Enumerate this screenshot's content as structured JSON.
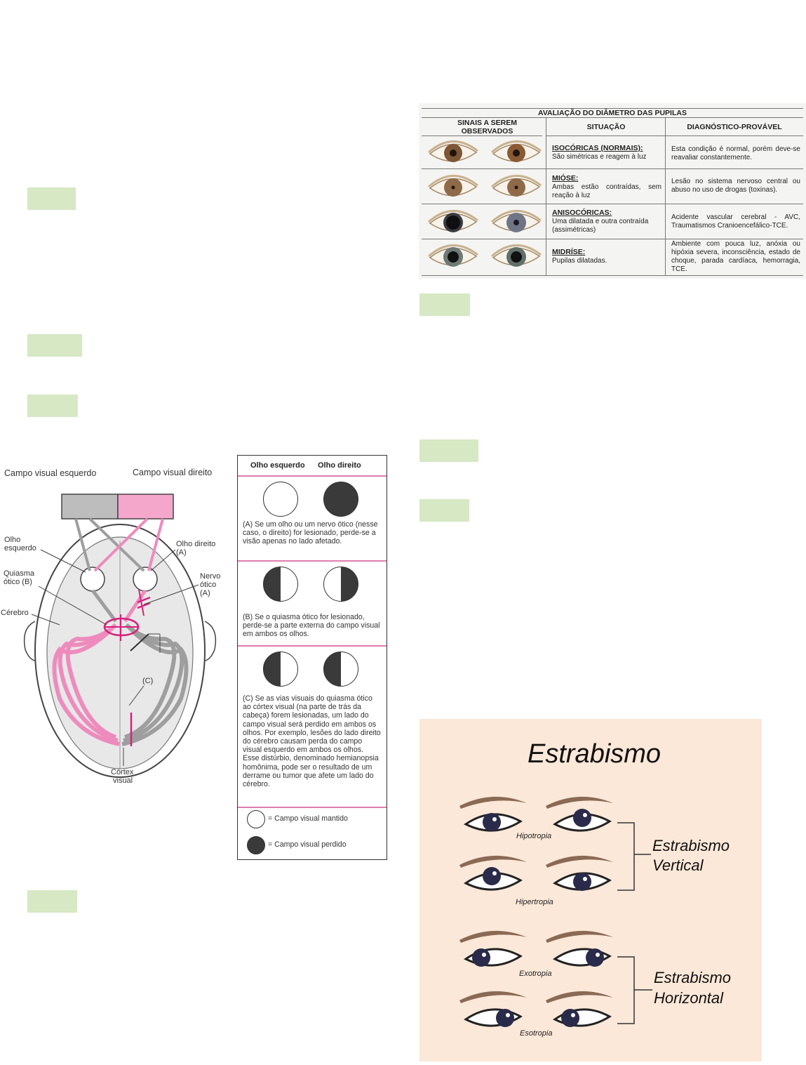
{
  "pupil_table": {
    "title": "AVALIAÇÃO DO DIÂMETRO DAS PUPILAS",
    "col_signs": "SINAIS A SEREM OBSERVADOS",
    "col_situation": "SITUAÇÃO",
    "col_diagnosis": "DIAGNÓSTICO-PROVÁVEL",
    "rows": [
      {
        "name": "ISOCÓRICAS (NORMAIS):",
        "desc": "São simétricas e reagem à luz",
        "dx": "Esta condição é normal, porém deve-se reavaliar constantemente."
      },
      {
        "name": "MIÓSE:",
        "desc": "Ambas estão contraídas, sem reação à luz",
        "dx": "Lesão no sistema nervoso central ou abuso no uso de drogas (toxinas)."
      },
      {
        "name": "ANISOCÓRICAS:",
        "desc": "Uma dilatada e outra contraída (assimétricas)",
        "dx": "Acidente vascular cerebral - AVC, Traumatismos Cranioencefálico-TCE."
      },
      {
        "name": "MIDRÍSE:",
        "desc": "Pupilas dilatadas.",
        "dx": "Ambiente com pouca luz, anóxia ou hipóxia severa, inconsciência, estado de choque, parada cardíaca, hemorragia, TCE."
      }
    ],
    "colors": {
      "pupil_small": "#3b2a1e",
      "iris_brown": "#8a5a34",
      "iris_gray": "#6f7584"
    }
  },
  "brain_diagram": {
    "label_left_field": "Campo visual esquerdo",
    "label_right_field": "Campo visual direito",
    "label_left_eye": [
      "Olho",
      "esquerdo"
    ],
    "label_right_eye": [
      "Olho direito",
      "(A)"
    ],
    "label_chiasm": [
      "Quiasma",
      "ótico (B)"
    ],
    "label_brain": "Cérebro",
    "label_nerve": [
      "Nervo",
      "ótico",
      "(A)"
    ],
    "label_c": "(C)",
    "label_cortex": [
      "Córtex",
      "visual"
    ],
    "colors": {
      "left_field": "#bdbdbd",
      "right_field": "#f4a7cb",
      "pink_path": "#ee8bbd",
      "gray_path": "#9e9e9e",
      "lesion": "#d6207a"
    }
  },
  "visual_fields": {
    "header_left": "Olho esquerdo",
    "header_right": "Olho direito",
    "text_a": "(A) Se um olho ou um nervo ótico (nesse caso, o direito) for lesionado, perde-se a visão apenas no lado afetado.",
    "text_b": "(B) Se o quiasma ótico for lesionado, perde-se a parte externa do campo visual em ambos os olhos.",
    "text_c": "(C) Se as vias visuais do quiasma ótico ao córtex visual (na parte de trás da cabeça) forem lesionadas, um lado do campo visual será perdido em ambos os olhos. Por exemplo, lesões do lado direito do cérebro causam perda do campo visual esquerdo em ambos os olhos. Esse distúrbio, denominado hemianopsia homônima, pode ser o resultado de um derrame ou tumor que afete um lado do cérebro.",
    "legend_kept": "= Campo visual mantido",
    "legend_lost": "= Campo visual perdido"
  },
  "strabismus": {
    "title": "Estrabismo",
    "labels": [
      "Hipotropia",
      "Hipertropia",
      "Exotropia",
      "Esotropia"
    ],
    "group_vertical": [
      "Estrabismo",
      "Vertical"
    ],
    "group_horizontal": [
      "Estrabismo",
      "Horizontal"
    ],
    "colors": {
      "background": "#fce8d8",
      "brow": "#8a6a55",
      "iris": "#2a2a4a"
    }
  }
}
